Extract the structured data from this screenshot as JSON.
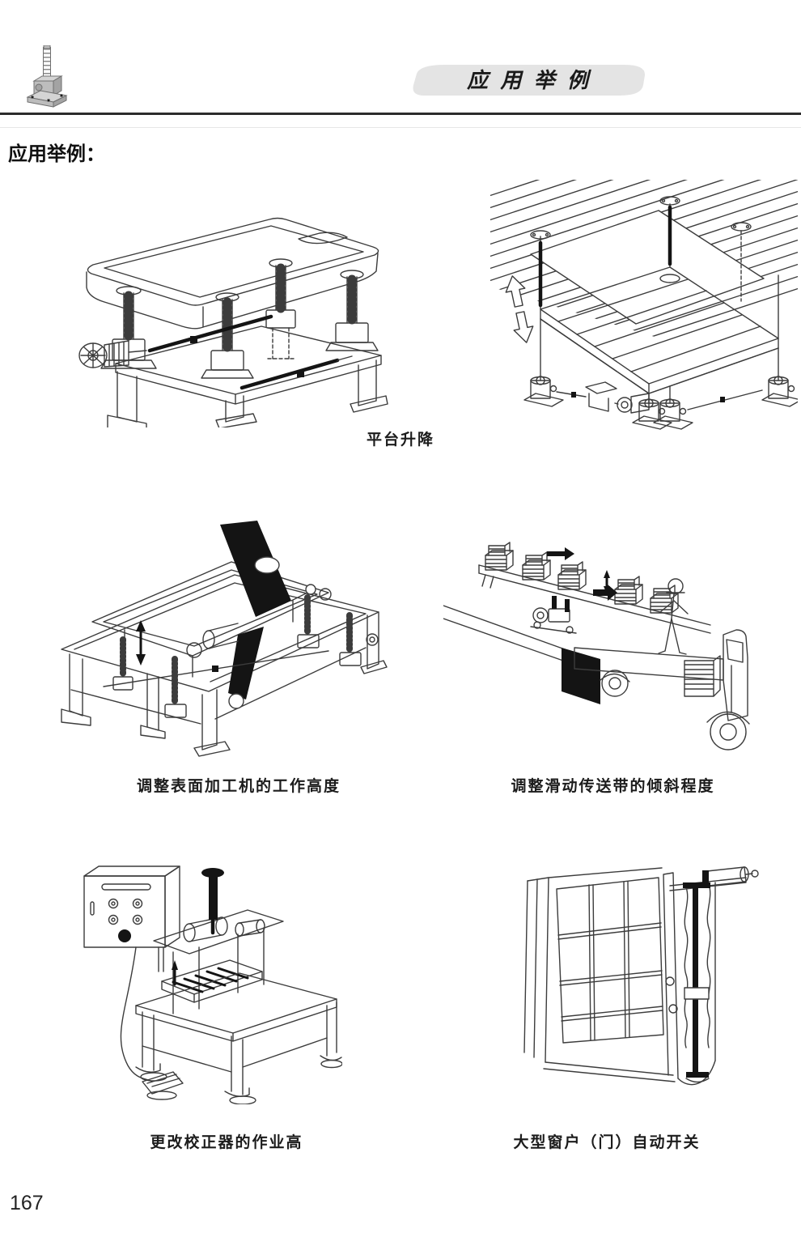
{
  "page": {
    "number": "167"
  },
  "header": {
    "banner_title": "应 用 举 例",
    "icon": "screw-jack"
  },
  "intro_heading": "应用举例：",
  "captions": {
    "platform_lift": "平台升降",
    "surface_machine": "调整表面加工机的工作高度",
    "conveyor_tilt": "调整滑动传送带的倾斜程度",
    "corrector_height": "更改校正器的作业高",
    "window_switch": "大型窗户（门）自动开关"
  },
  "figures": [
    {
      "name": "platform-lift-table"
    },
    {
      "name": "suspended-platform"
    },
    {
      "name": "surface-processing-machine"
    },
    {
      "name": "truck-conveyor"
    },
    {
      "name": "corrector-machine"
    },
    {
      "name": "automatic-window"
    }
  ],
  "colors": {
    "banner_bg": "#e4e4e4",
    "rule": "#2c2c2c",
    "line_art": "#3c3c3c",
    "ink": "#141414"
  }
}
